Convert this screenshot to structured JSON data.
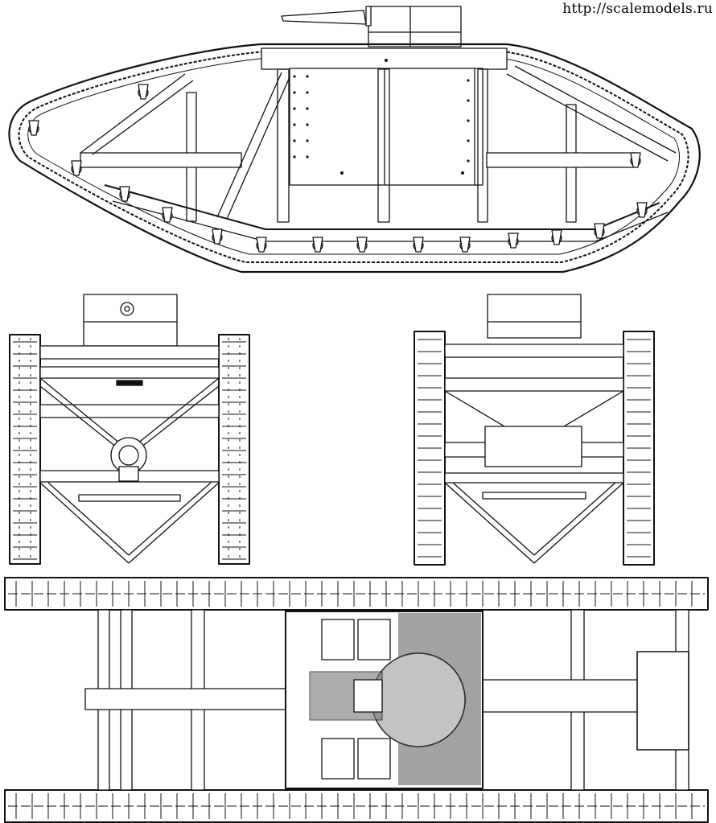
{
  "watermark": "http://scalemodels.ru",
  "views": [
    "side-view",
    "front-view",
    "rear-view",
    "top-view"
  ],
  "colors": {
    "line": "#111111",
    "paper": "#ffffff",
    "wood": "#444444"
  }
}
